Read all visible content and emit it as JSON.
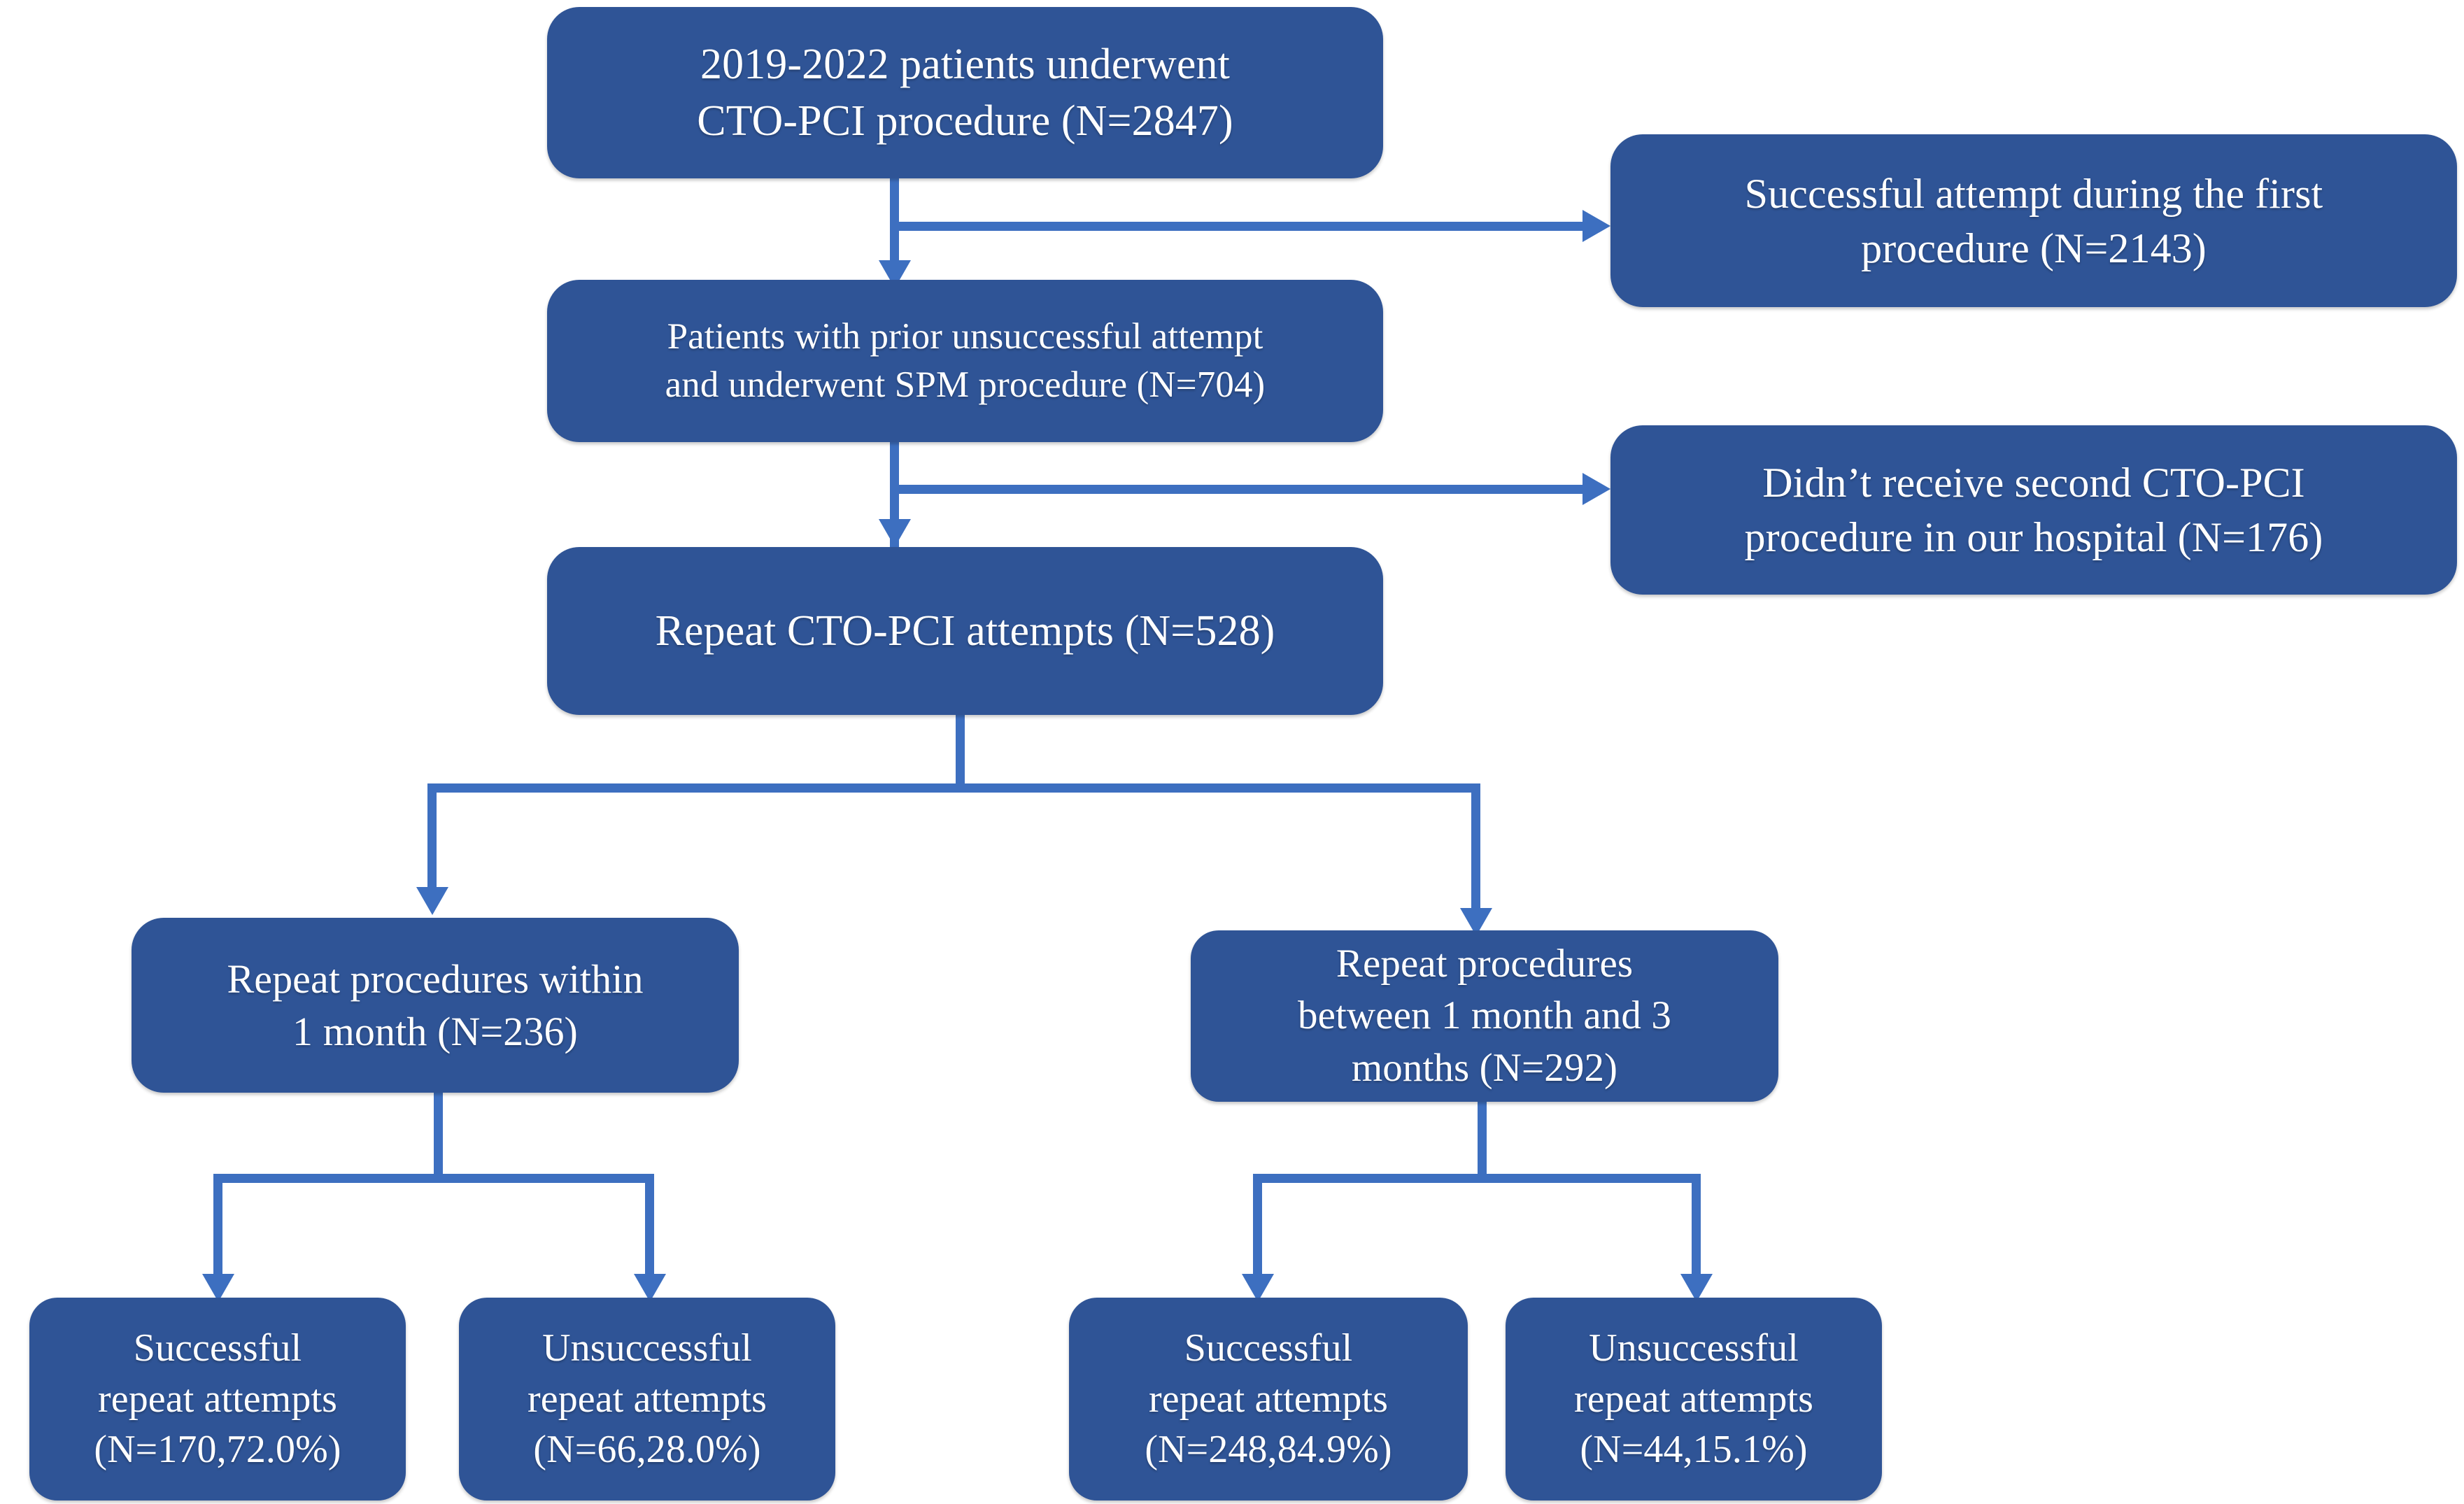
{
  "diagram": {
    "title": "CTO-PCI repeat procedure patient flow",
    "colors": {
      "node_fill": "#2F5496",
      "node_text": "#FFFFFF",
      "connector": "#3D6FC0",
      "background": "#FFFFFF"
    },
    "nodes": [
      {
        "id": "enrolled",
        "lines": [
          "2019-2022 patients underwent",
          "CTO-PCI  procedure (N=2847)"
        ],
        "count": 2847
      },
      {
        "id": "excluded-successful-first",
        "lines": [
          "Successful attempt during the first",
          "procedure (N=2143)"
        ],
        "count": 2143
      },
      {
        "id": "prior-unsuccessful",
        "lines": [
          "Patients with prior unsuccessful attempt",
          "and underwent SPM procedure (N=704)"
        ],
        "count": 704
      },
      {
        "id": "excluded-no-second",
        "lines": [
          "Didn’t receive second CTO-PCI",
          "procedure in our hospital (N=176)"
        ],
        "count": 176
      },
      {
        "id": "repeat-attempts",
        "lines": [
          "Repeat CTO-PCI attempts (N=528)"
        ],
        "count": 528
      },
      {
        "id": "within-1-month",
        "lines": [
          "Repeat procedures within",
          "1 month (N=236)"
        ],
        "count": 236
      },
      {
        "id": "between-1-and-3-months",
        "lines": [
          "Repeat procedures",
          "between 1 month and 3",
          "months (N=292)"
        ],
        "count": 292
      },
      {
        "id": "early-successful",
        "lines": [
          "Successful",
          "repeat attempts",
          "(N=170,72.0%)"
        ],
        "count": 170,
        "percent": "72.0%"
      },
      {
        "id": "early-unsuccessful",
        "lines": [
          "Unsuccessful",
          "repeat attempts",
          "(N=66,28.0%)"
        ],
        "count": 66,
        "percent": "28.0%"
      },
      {
        "id": "late-successful",
        "lines": [
          "Successful",
          "repeat attempts",
          "(N=248,84.9%)"
        ],
        "count": 248,
        "percent": "84.9%"
      },
      {
        "id": "late-unsuccessful",
        "lines": [
          "Unsuccessful",
          "repeat attempts",
          "(N=44,15.1%)"
        ],
        "count": 44,
        "percent": "15.1%"
      }
    ]
  }
}
